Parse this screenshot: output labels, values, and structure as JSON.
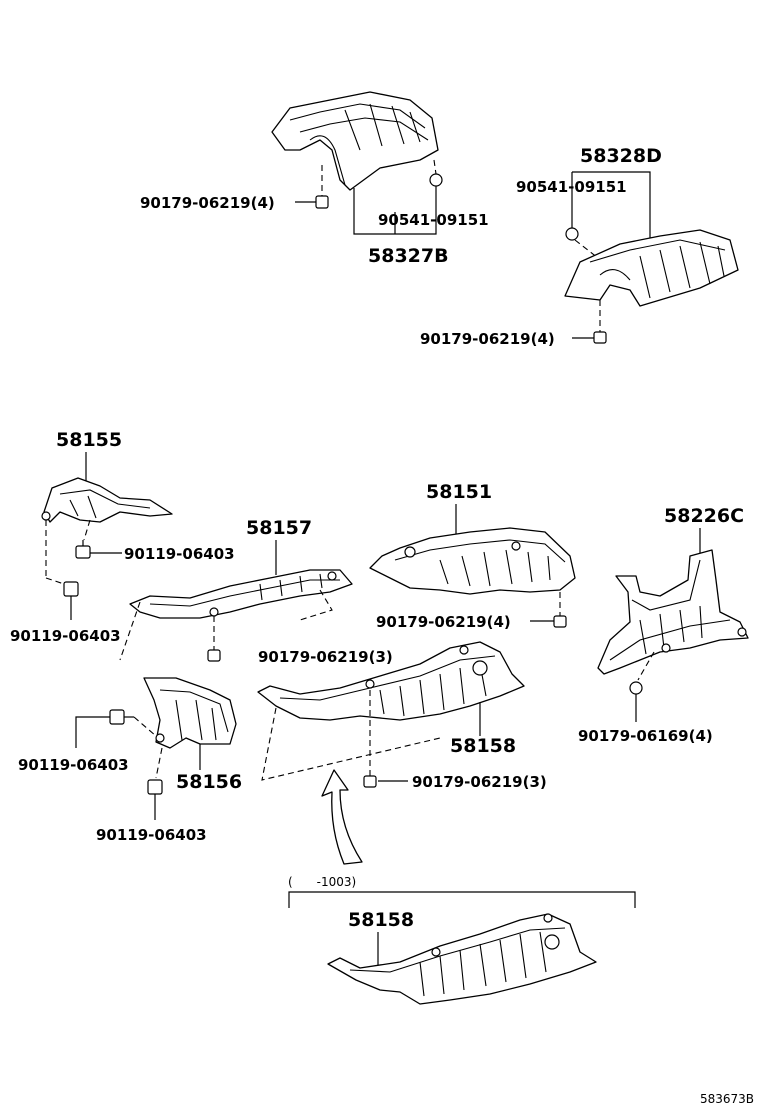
{
  "labels": {
    "p58327B": "58327B",
    "p58328D": "58328D",
    "p58155": "58155",
    "p58151": "58151",
    "p58157": "58157",
    "p58226C": "58226C",
    "p58156": "58156",
    "p58158a": "58158",
    "p58158b": "58158",
    "b_90179_top_left": "90179-06219(4)",
    "b_90541_top_left": "90541-09151",
    "b_90541_top_right": "90541-09151",
    "b_90179_top_right": "90179-06219(4)",
    "b_90119_a": "90119-06403",
    "b_90119_b": "90119-06403",
    "b_90119_c": "90119-06403",
    "b_90119_d": "90119-06403",
    "b_90179_mid_right": "90179-06219(4)",
    "b_90179_mid_center": "90179-06219(3)",
    "b_90179_lower": "90179-06219(3)",
    "b_90179_06169": "90179-06169(4)",
    "range_note": "(　　-1003)",
    "drawing_id": "583673B"
  },
  "icons": {
    "bolt": "bolt-icon",
    "nut": "nut-icon",
    "arrow": "arrow-up-icon"
  }
}
